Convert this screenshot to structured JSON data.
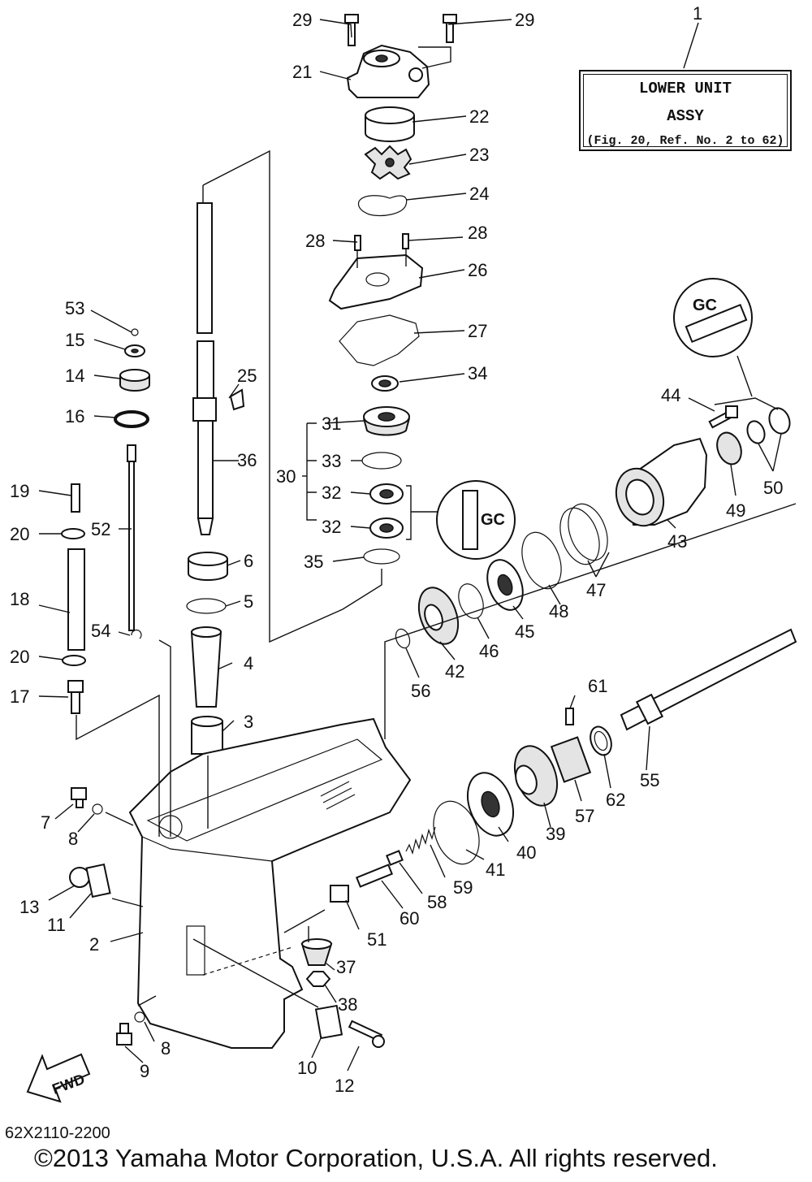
{
  "assembly_box": {
    "ref": "1",
    "line1": "LOWER UNIT",
    "line2": "ASSY",
    "line3": "(Fig. 20, Ref. No. 2 to 62)"
  },
  "footer": {
    "code": "62X2110-2200",
    "copyright": "©2013 Yamaha Motor Corporation, U.S.A. All rights reserved."
  },
  "badges": {
    "fwd": "FWD",
    "gc_grease_1": "GC",
    "gc_grease_2": "GC"
  },
  "callouts": {
    "n2": "2",
    "n3": "3",
    "n4": "4",
    "n5": "5",
    "n6": "6",
    "n7": "7",
    "n8a": "8",
    "n8b": "8",
    "n9": "9",
    "n10": "10",
    "n11": "11",
    "n12": "12",
    "n13": "13",
    "n14": "14",
    "n15": "15",
    "n16": "16",
    "n17": "17",
    "n18": "18",
    "n19": "19",
    "n20a": "20",
    "n20b": "20",
    "n21": "21",
    "n22": "22",
    "n23": "23",
    "n24": "24",
    "n25": "25",
    "n26": "26",
    "n27": "27",
    "n28a": "28",
    "n28b": "28",
    "n29a": "29",
    "n29b": "29",
    "n30": "30",
    "n31": "31",
    "n32a": "32",
    "n32b": "32",
    "n33": "33",
    "n34": "34",
    "n35": "35",
    "n36": "36",
    "n37": "37",
    "n38": "38",
    "n39": "39",
    "n40": "40",
    "n41": "41",
    "n42": "42",
    "n43": "43",
    "n44": "44",
    "n45": "45",
    "n46": "46",
    "n47": "47",
    "n48": "48",
    "n49": "49",
    "n50": "50",
    "n51": "51",
    "n52": "52",
    "n53": "53",
    "n54": "54",
    "n55": "55",
    "n56": "56",
    "n57": "57",
    "n58": "58",
    "n59": "59",
    "n60": "60",
    "n61": "61",
    "n62": "62"
  }
}
